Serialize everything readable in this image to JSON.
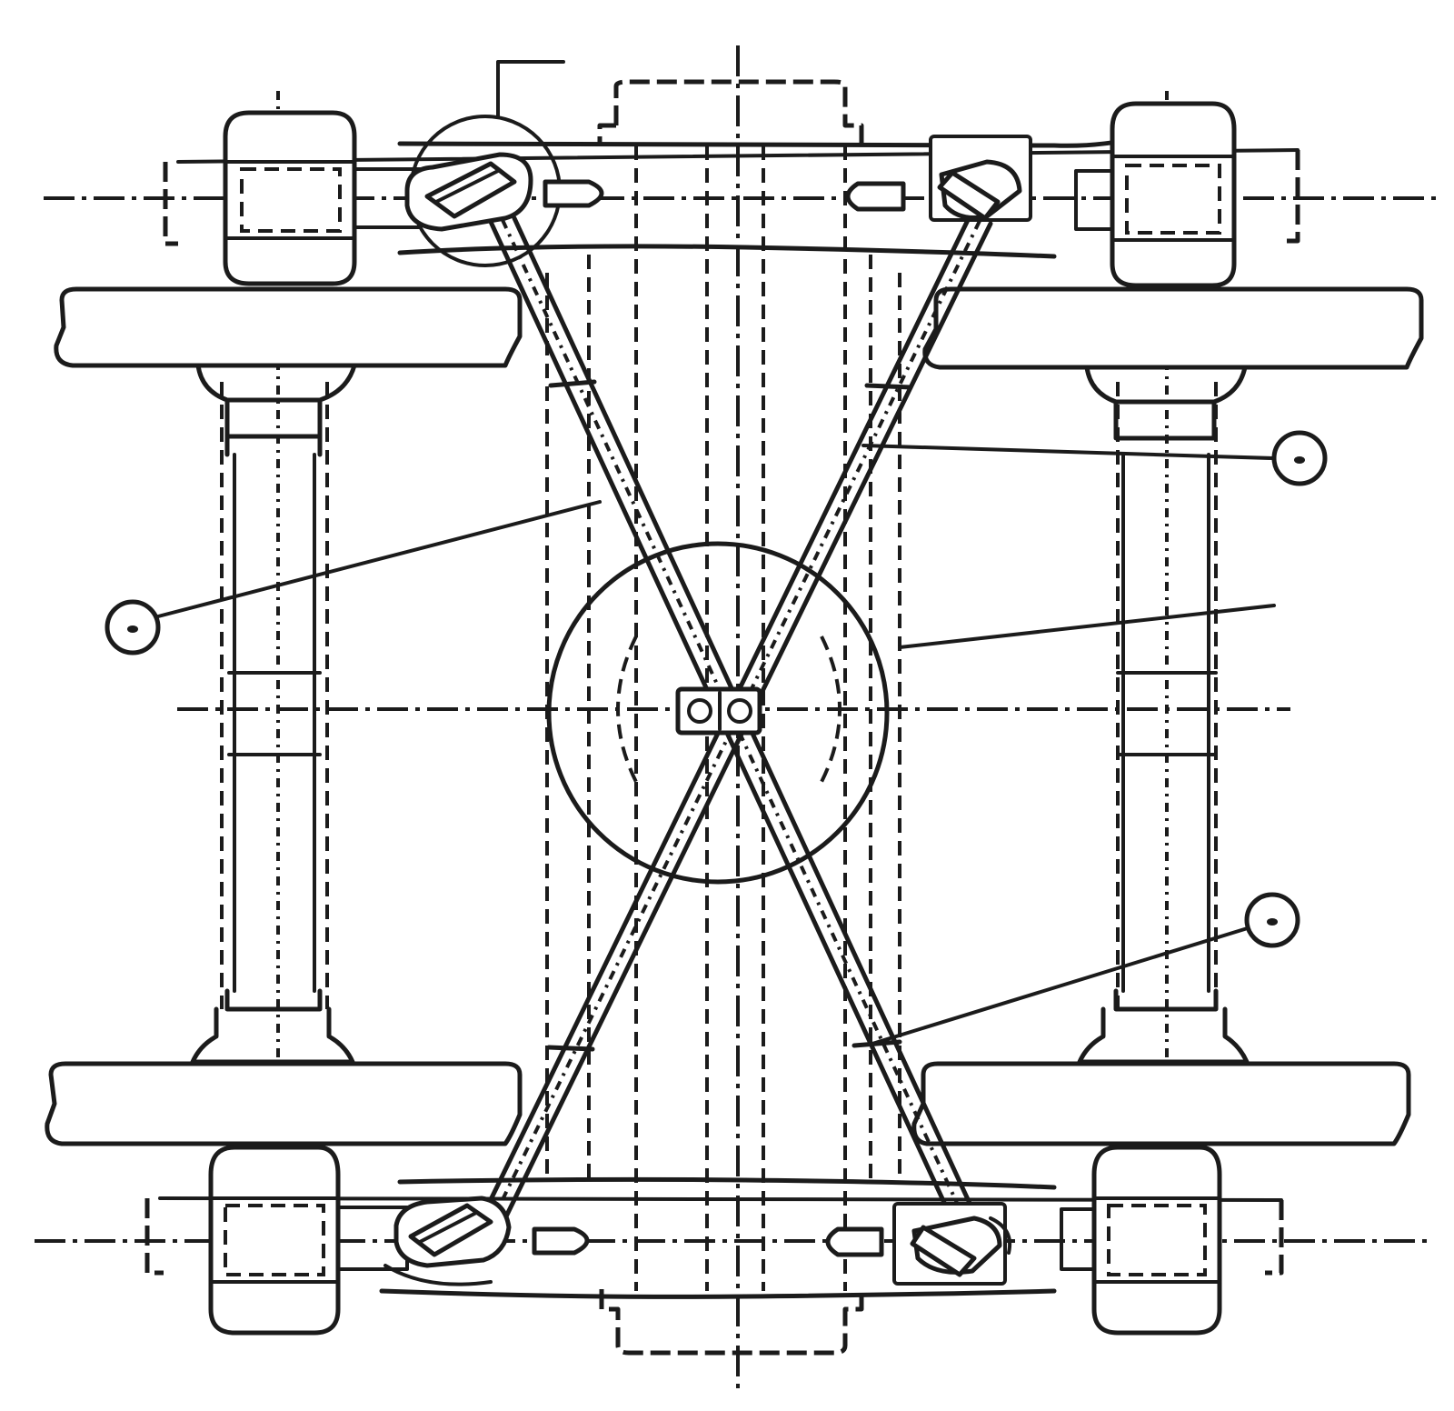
{
  "drawing": {
    "callouts": [
      {
        "id": "callout-top-left",
        "label": ""
      },
      {
        "id": "callout-right-upper",
        "label": ""
      },
      {
        "id": "callout-left-middle",
        "label": ""
      },
      {
        "id": "callout-right-lower",
        "label": ""
      }
    ],
    "references": {
      "top": "",
      "right": ""
    },
    "colors": {
      "ink": "#1b1b1b",
      "paper": "#ffffff"
    }
  }
}
